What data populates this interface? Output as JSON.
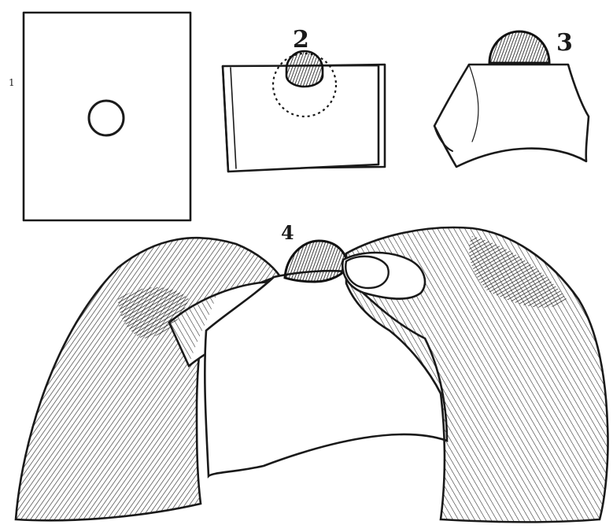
{
  "panels": [
    {
      "number": "1"
    },
    {
      "number": "2"
    },
    {
      "number": "3"
    },
    {
      "number": "4"
    }
  ],
  "colors": {
    "ink": "#1a1a1a",
    "paper": "#ffffff"
  }
}
